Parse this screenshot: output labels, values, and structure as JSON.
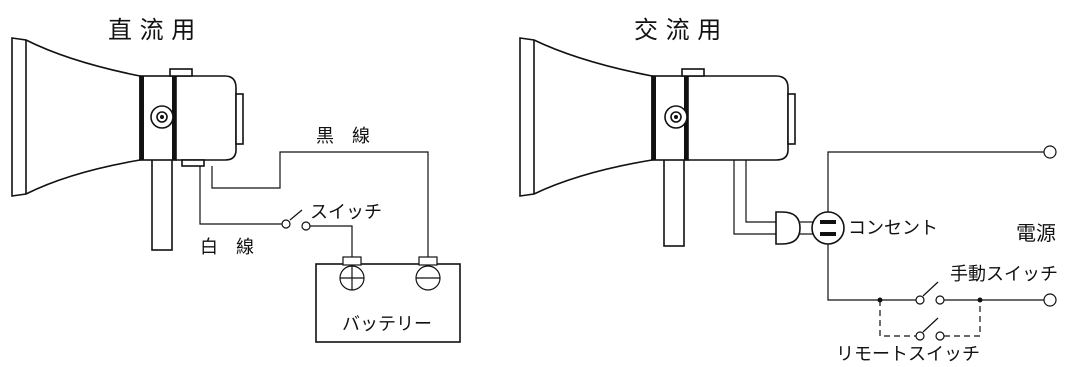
{
  "dc_diagram": {
    "title": "直 流 用",
    "black_wire_label": "黒　線",
    "white_wire_label": "白　線",
    "switch_label": "スイッチ",
    "battery_label": "バッテリー"
  },
  "ac_diagram": {
    "title": "交 流 用",
    "outlet_label": "コンセント",
    "power_label": "電源",
    "manual_switch_label": "手動スイッチ",
    "remote_switch_label": "リモートスイッチ"
  }
}
